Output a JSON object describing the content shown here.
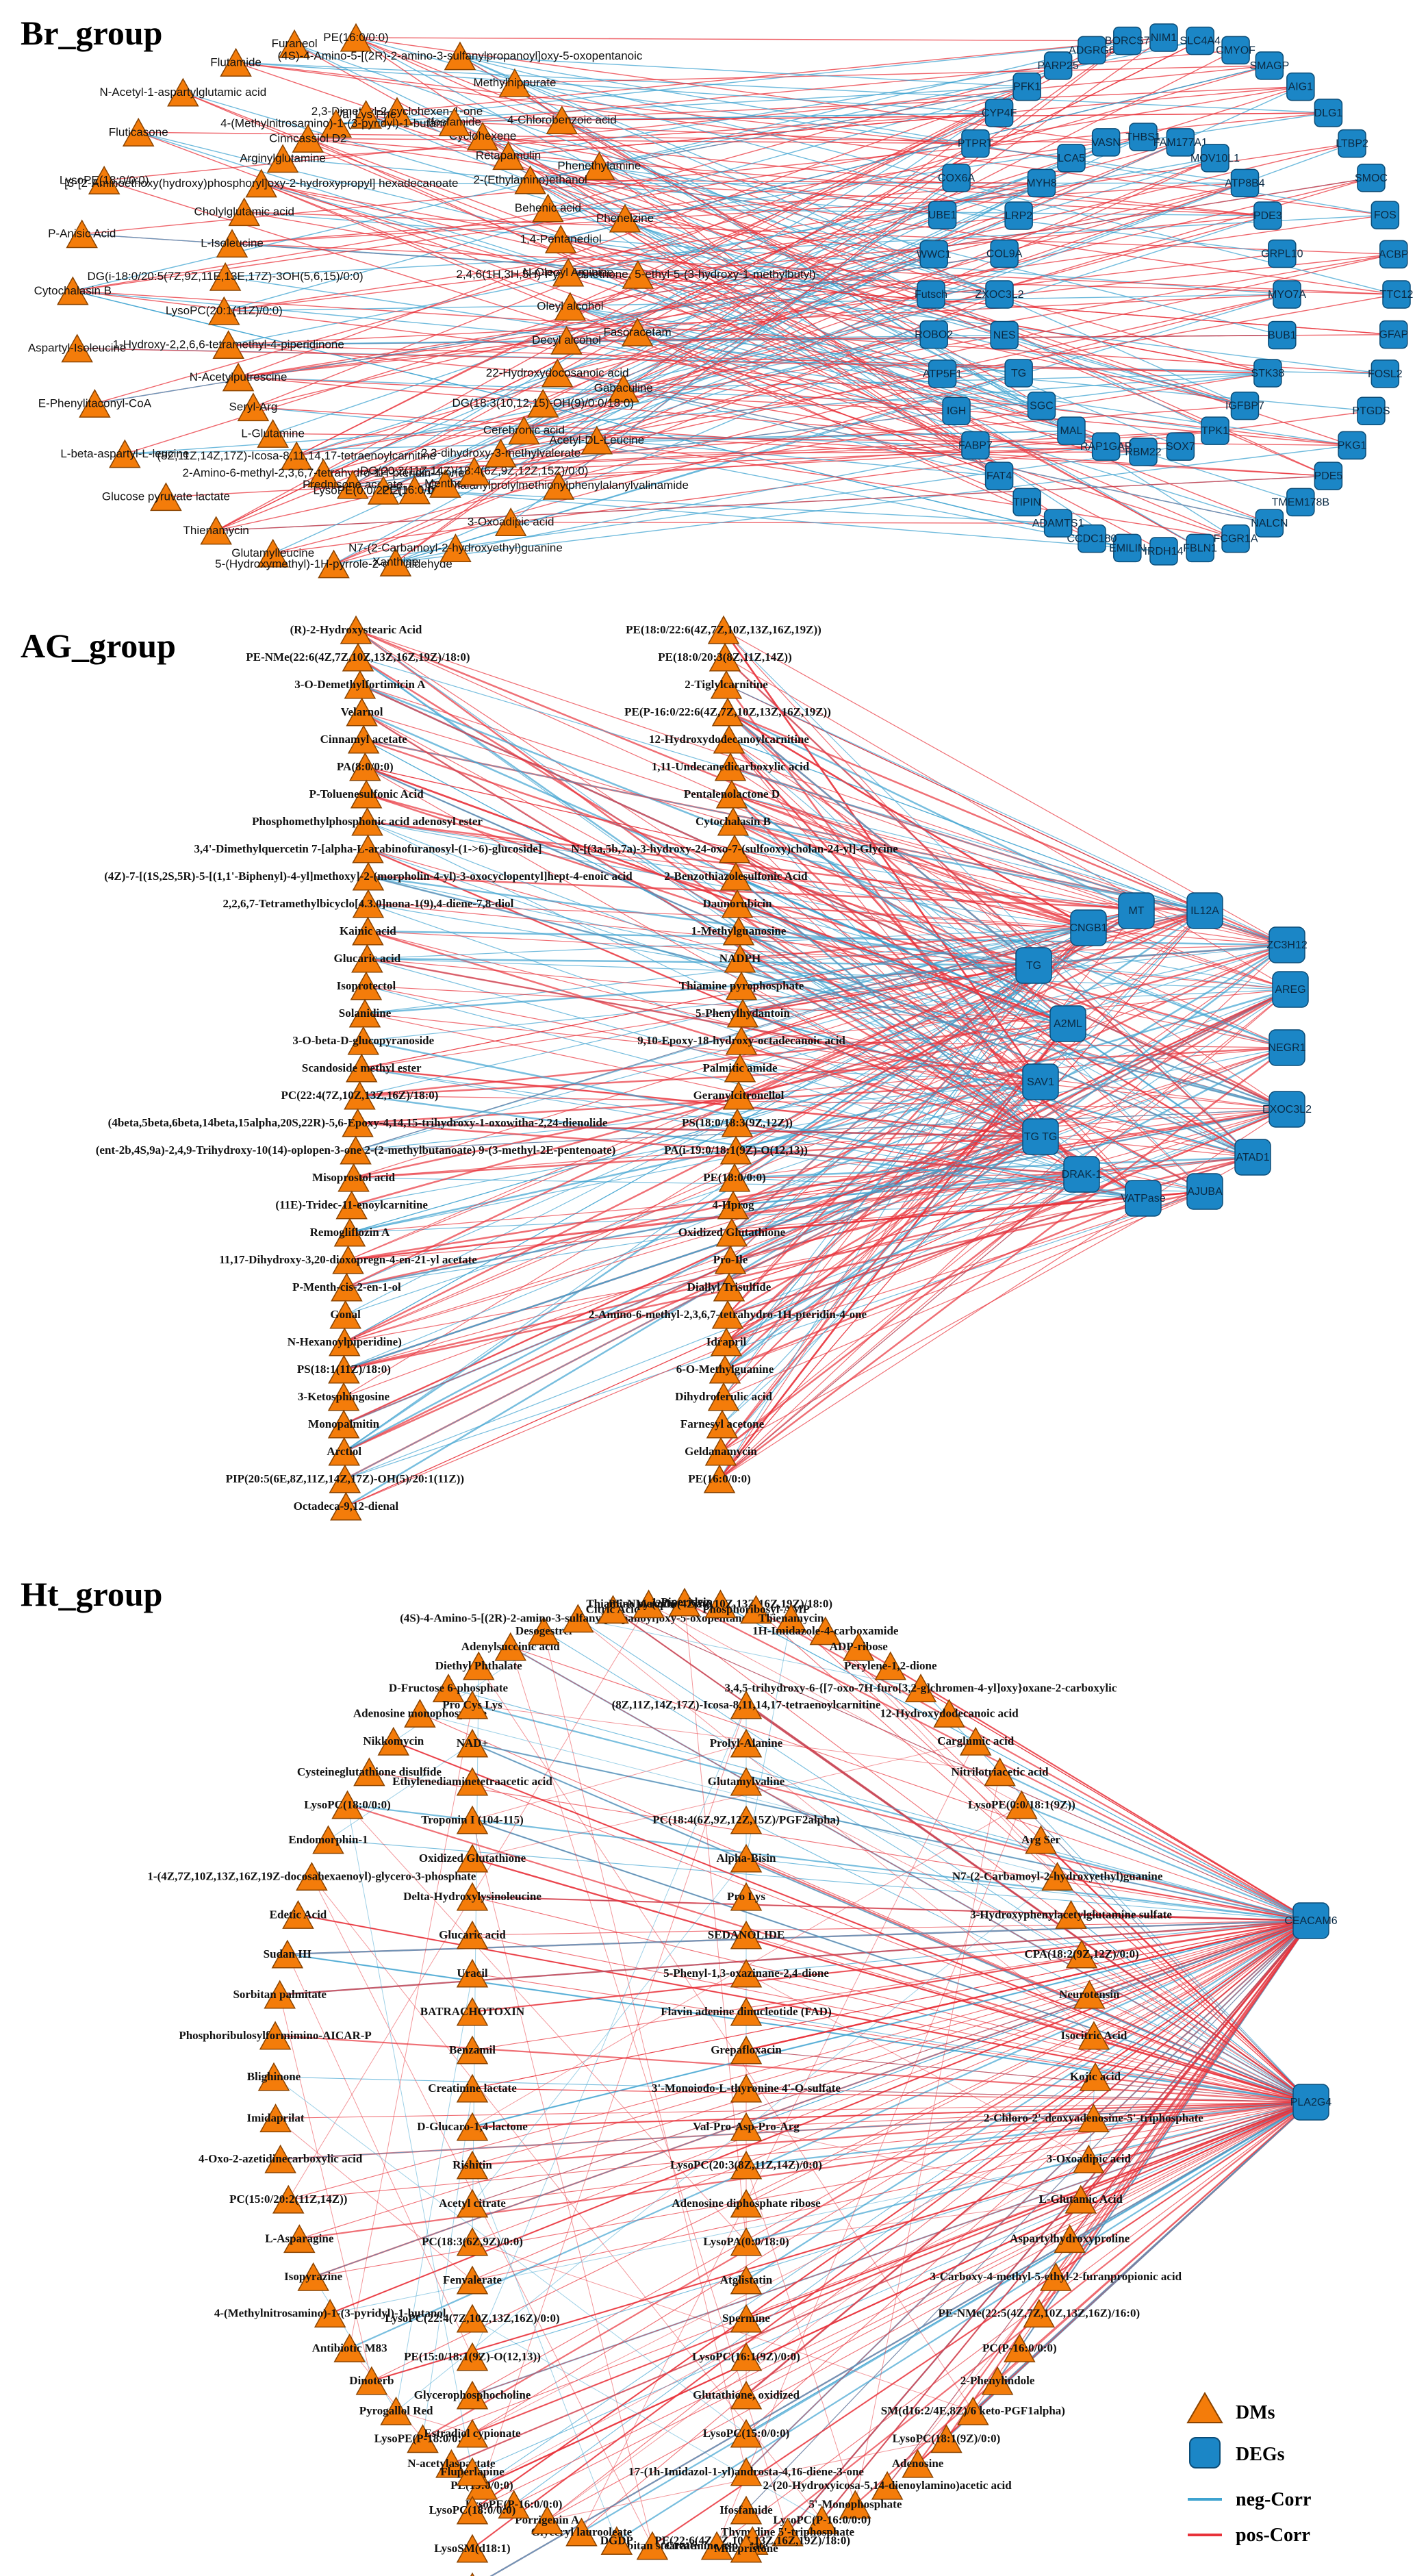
{
  "colors": {
    "dm_fill": "#f47c0a",
    "dm_stroke": "#8a4300",
    "deg_fill": "#1b86c6",
    "deg_stroke": "#0b4d78",
    "neg_corr": "#3fa3d0",
    "pos_corr": "#e8323a"
  },
  "icons": {
    "dm": "orange-triangle-icon",
    "deg": "blue-rounded-square-icon"
  },
  "panels": [
    {
      "id": "br",
      "title": "Br_group",
      "dms": [
        "PE(16:0/0:0)",
        "Furaneol",
        "Flutamide",
        "N-Acetyl-1-aspartylglutamic acid",
        "Fluticasone",
        "LysoPE(18:0/0:0)",
        "P-Anisic Acid",
        "Cytochalasin B",
        "Aspartyl-Isoleucine",
        "E-Phenylitaconyl-CoA",
        "L-beta-aspartyl-L-leucine",
        "Glucose pyruvate lactate",
        "Thienamycin",
        "Glutamylleucine",
        "5-(Hydroxymethyl)-1H-pyrrole-2-carbaldehyde",
        "Xanthine",
        "N7-(2-Carbamoyl-2-hydroxyethyl)guanine",
        "3-Oxoadipic acid",
        "Glycylalanylprolylmethionylphenylalanylvalinamide",
        "Acetyl-DL-Leucine",
        "Gabaculine",
        "Fasoracetam",
        "2,4,6(1H,3H,5H)-Pyrimidinetrione, 5-ethyl-5-(3-hydroxy-1-methylbutyl)-",
        "Phenelzine",
        "Phenethylamine",
        "4-Chlorobenzoic acid",
        "Methylhippurate",
        "(4S)-4-Amino-5-[(2R)-2-amino-3-sulfanylpropanoyl]oxy-5-oxopentanoic",
        "2,3-Dimethyl-2-cyclohexen-1-one",
        "Val Lys Phe",
        "4-(Methylnitrosamino)-1-(3-pyridyl)-1-butanol",
        "Cinncassiol D2",
        "Arginylglutamine",
        "[3-[2-Aminoethoxy(hydroxy)phosphoryl]oxy-2-hydroxypropyl] hexadecanoate",
        "Cholylglutamic acid",
        "L-Isoleucine",
        "DG(i-18:0/20:5(7Z,9Z,11E,13E,17Z)-3OH(5,6,15)/0:0)",
        "LysoPC(20:1(11Z)/0:0)",
        "1-Hydroxy-2,2,6,6-tetramethyl-4-piperidinone",
        "N-Acetylputrescine",
        "Seryl-Arg",
        "L-Glutamine",
        "(8Z,11Z,14Z,17Z)-Icosa-8,11,14,17-tetraenoylcarnitine",
        "2-Amino-6-methyl-2,3,6,7-tetrahydro-1H-pteridin-4-one",
        "Prednisone acetate",
        "LysoPE(0:0/22:2(13Z,16Z))",
        "PE(16:0/0:0)",
        "Menthol",
        "DG(20:2(11Z,14Z)/18:4(6Z,9Z,12Z,15Z)/0:0)",
        "2,3-dihydroxy-3-methylvalerate",
        "Cerebronic acid",
        "DG(18:3(10,12,15)-OH(9)/0:0/18:0)",
        "22-Hydroxydocosanoic acid",
        "Decyl alcohol",
        "Oleyl alcohol",
        "N-Oleoyl Arginine",
        "1,4-Pentanediol",
        "Behenic acid",
        "2-(Ethylamino)ethanol",
        "Retapamulin",
        "Cyclohexene",
        "Ifosfamide"
      ],
      "degs": [
        "NIM1",
        "SLC4A4",
        "CMYOF",
        "SMAGP",
        "AIG1",
        "DLG1",
        "LTBP2",
        "SMOC",
        "FOS",
        "ACBP",
        "TTC12",
        "GFAP",
        "FOSL2",
        "PTGDS",
        "PKG1",
        "PDE5",
        "TMEM178B",
        "NALCN",
        "FCGR1A",
        "FBLN1",
        "IRDH14",
        "EMILIN",
        "CCDC180",
        "ADAMTS1",
        "TIPIN",
        "FAT4",
        "FABP7",
        "IGH",
        "ATP5F1",
        "ROBO2",
        "Futsch",
        "WWC1",
        "UBE1",
        "COX6A",
        "PTPRT",
        "CYP4F",
        "PFK1",
        "PARP25",
        "ADGRG6",
        "BORCS7",
        "THBS1",
        "FAM177A1",
        "MOV10L1",
        "ATP8B4",
        "PDE3",
        "GRPL10",
        "MYO7A",
        "BUB1",
        "STK38",
        "IGFBP7",
        "TPK1",
        "SOX7",
        "RBM22",
        "RAP1GAP",
        "MAL",
        "SGC",
        "TG",
        "NES",
        "ZXOC3L2",
        "COL9A",
        "LRP2",
        "MYH8",
        "LCA5",
        "VASN"
      ]
    },
    {
      "id": "ag",
      "title": "AG_group",
      "dms": [
        "(R)-2-Hydroxystearic Acid",
        "PE(18:0/22:6(4Z,7Z,10Z,13Z,16Z,19Z))",
        "PE-NMe(22:6(4Z,7Z,10Z,13Z,16Z,19Z)/18:0)",
        "PE(18:0/20:3(8Z,11Z,14Z))",
        "3-O-Demethylfortimicin A",
        "2-Tiglylcarnitine",
        "Velarnol",
        "PE(P-16:0/22:6(4Z,7Z,10Z,13Z,16Z,19Z))",
        "Cinnamyl acetate",
        "12-Hydroxydodecanoylcarnitine",
        "PA(8:0/0:0)",
        "1,11-Undecanedicarboxylic acid",
        "P-Toluenesulfonic Acid",
        "Pentalenolactone D",
        "Phosphomethylphosphonic acid adenosyl ester",
        "Cytochalasin B",
        "3,4'-Dimethylquercetin 7-[alpha-L-arabinofuranosyl-(1->6)-glucoside]",
        "N-[(3a,5b,7a)-3-hydroxy-24-oxo-7-(sulfooxy)cholan-24-yl]-Glycine",
        "(4Z)-7-[(1S,2S,5R)-5-[(1,1'-Biphenyl)-4-yl]methoxy]-2-(morpholin-4-yl)-3-oxocyclopentyl]hept-4-enoic acid",
        "2-Benzothiazolesulfonic Acid",
        "2,2,6,7-Tetramethylbicyclo[4.3.0]nona-1(9),4-diene-7,8-diol",
        "Daunorubicin",
        "Kainic acid",
        "1-Methylguanosine",
        "Glucaric acid",
        "NADPH",
        "Isoprotectol",
        "Thiamine pyrophosphate",
        "Solanidine",
        "5-Phenylhydantoin",
        "3-O-beta-D-glucopyranoside",
        "9,10-Epoxy-18-hydroxy-octadecanoic acid",
        "Scandoside methyl ester",
        "Palmitic amide",
        "PC(22:4(7Z,10Z,13Z,16Z)/18:0)",
        "Geranylcitronellol",
        "(4beta,5beta,6beta,14beta,15alpha,20S,22R)-5,6-Epoxy-4,14,15-trihydroxy-1-oxowitha-2,24-dienolide",
        "PS(18:0/18:3(9Z,12Z))",
        "(ent-2b,4S,9a)-2,4,9-Trihydroxy-10(14)-oplopen-3-one 2-(2-methylbutanoate) 9-(3-methyl-2E-pentenoate)",
        "PA(i-19:0/18:1(9Z)-O(12,13))",
        "Misoprostol acid",
        "PE(18:0/0:0)",
        "(11E)-Tridec-11-enoylcarnitine",
        "4-Hprog",
        "Remogliflozin A",
        "Oxidized Glutathione",
        "11,17-Dihydroxy-3,20-dioxopregn-4-en-21-yl acetate",
        "Pro-Ile",
        "P-Menth-cis-2-en-1-ol",
        "Diallyl Trisulfide",
        "Gonal",
        "2-Amino-6-methyl-2,3,6,7-tetrahydro-1H-pteridin-4-one",
        "N-Hexanoylpiperidine)",
        "Idrapril",
        "PS(18:1(11Z)/18:0)",
        "6-O-Methylguanine",
        "3-Ketosphingosine",
        "Dihydroferulic acid",
        "Monopalmitin",
        "Farnesyl acetone",
        "Arctiol",
        "Geldanamycin",
        "PIP(20:5(6E,8Z,11Z,14Z,17Z)-OH(5)/20:1(11Z))",
        "PE(16:0/0:0)",
        "Octadeca-9,12-dienal"
      ],
      "degs": [
        "MT",
        "IL12A",
        "CNGB1",
        "ZC3H12",
        "TG",
        "AREG",
        "A2ML",
        "NEGR1",
        "SAV1",
        "EXOC3L2",
        "TG TG",
        "ATAD1",
        "DRAK-1",
        "AJUBA",
        "VATPase"
      ]
    },
    {
      "id": "ht",
      "title": "Ht_group",
      "dms": [
        "Sorbitan stearate",
        "DGDP",
        "Glyceryl laurooleate",
        "Porrigenin A",
        "LysoPE(P-16:0/0:0)",
        "PE(19:0/0:0)",
        "N-acetylaspartate",
        "LysoPE(P-18:0/0:0)",
        "Pyrogallol Red",
        "Dinoterb",
        "Antibiotic M83",
        "4-(Methylnitrosamino)-1-(3-pyridyl)-1-butanol",
        "Isopyrazine",
        "L-Asparagine",
        "PC(15:0/20:2(11Z,14Z))",
        "4-Oxo-2-azetidinecarboxylic acid",
        "Imidaprilat",
        "Blighinone",
        "Phosphoribulosylformimino-AICAR-P",
        "Sorbitan palmitate",
        "Sudan III",
        "Edetic Acid",
        "1-(4Z,7Z,10Z,13Z,16Z,19Z-docosahexaenoyl)-glycero-3-phosphate",
        "Endomorphin-1",
        "LysoPC(18:0/0:0)",
        "Cysteineglutathione disulfide",
        "Nikkomycin",
        "Adenosine monophosphate",
        "D-Fructose 6-phosphate",
        "Diethyl Phthalate",
        "Adenylsuccinic acid",
        "Desogestrel",
        "(4S)-4-Amino-5-[(2R)-2-amino-3-sulfanylpropanoyl]oxy-5-oxopentanoic",
        "Citric Acid",
        "Thiamine pyrophosphate",
        "1-Piperideine",
        "PE-NMe(22:6(4Z,7Z,10Z,13Z,16Z,19Z)/18:0)",
        "Phosphoribosyl-AMP",
        "Thienamycin",
        "1H-Imidazole-4-carboxamide",
        "ADP-ribose",
        "Perylene-1,2-dione",
        "3,4,5-trihydroxy-6-{[7-oxo-7H-furo[3,2-g]chromen-4-yl]oxy}oxane-2-carboxylic",
        "12-Hydroxydodecanoic acid",
        "Carglumic acid",
        "Nitrilotriacetic acid",
        "LysoPE(0:0/18:1(9Z))",
        "Arg Ser",
        "N7-(2-Carbamoyl-2-hydroxyethyl)guanine",
        "3-Hydroxyphenylacetylglutamine sulfate",
        "CPA(18:2(9Z,12Z)/0:0)",
        "Neurotensin",
        "Isocitric Acid",
        "Kojic acid",
        "2-Chloro-2'-deoxyadenosine-5'-triphosphate",
        "3-Oxoadipic acid",
        "L-Glutamic Acid",
        "Aspartylhydroxyproline",
        "3-Carboxy-4-methyl-5-ethyl-2-furanpropionic acid",
        "PE-NMe(22:5(4Z,7Z,10Z,13Z,16Z)/16:0)",
        "PC(P-16:0/0:0)",
        "2-Phenylindole",
        "SM(d16:2/4E,8Z)/6 keto-PGF1alpha)",
        "LysoPC(18:1(9Z)/0:0)",
        "Adenosine",
        "2-(20-Hydroxyicosa-5,14-dienoylamino)acetic acid",
        "5'-Monophosphate",
        "LysoPC(P-16:0/0:0)",
        "Thymidine 5'-triphosphate",
        "PE(22:6(4Z,7Z,10Z,13Z,16Z,19Z)/18:0)",
        "Creatinine aspartate",
        "Pro Cys Lys",
        "(8Z,11Z,14Z,17Z)-Icosa-8,11,14,17-tetraenoylcarnitine",
        "NAD+",
        "Prolyl-Alanine",
        "Ethylenediaminetetraacetic acid",
        "Glutamylvaline",
        "Troponin I (104-115)",
        "PC(18:4(6Z,9Z,12Z,15Z)/PGF2alpha)",
        "Oxidized Glutathione",
        "Alpha-Bisin",
        "Delta-Hydroxylysinoleucine",
        "Pro Lys",
        "Glucaric acid",
        "SEDANOLIDE",
        "Uracil",
        "5-Phenyl-1,3-oxazinane-2,4-dione",
        "BATRACHOTOXIN",
        "Flavin adenine dinucleotide (FAD)",
        "Benzamil",
        "Grepafloxacin",
        "Creatinine lactate",
        "3'-Monoiodo-L-thyronine 4'-O-sulfate",
        "D-Glucaro-1,4-lactone",
        "Val-Pro-Asp-Pro-Arg",
        "Rishitin",
        "LysoPC(20:3(8Z,11Z,14Z)/0:0)",
        "Acetyl citrate",
        "Adenosine diphosphate ribose",
        "PC(18:3(6Z,9Z)/0:0)",
        "LysoPA(0:0/18:0)",
        "Fenvalerate",
        "Atglistatin",
        "LysoPC(22:4(7Z,10Z,13Z,16Z)/0:0)",
        "Spermine",
        "PE(15:0/18:1(9Z)-O(12,13))",
        "LysoPC(16:1(9Z)/0:0)",
        "Glycerophosphocholine",
        "Glutathione, oxidized",
        "Estradiol cypionate",
        "LysoPC(15:0/0:0)",
        "Fluperlapine",
        "17-(1h-Imidazol-1-yl)androsta-4,16-diene-3-one",
        "LysoPC(18:0/0:0)",
        "Ifosfamide",
        "LysoSM(d18:1)",
        "Mifepristone",
        "Monopalmitin"
      ],
      "degs": [
        "CEACAM6",
        "PLA2G4"
      ]
    }
  ],
  "legend": {
    "dms_label": "DMs",
    "degs_label": "DEGs",
    "neg_label": "neg-Corr",
    "pos_label": "pos-Corr"
  }
}
